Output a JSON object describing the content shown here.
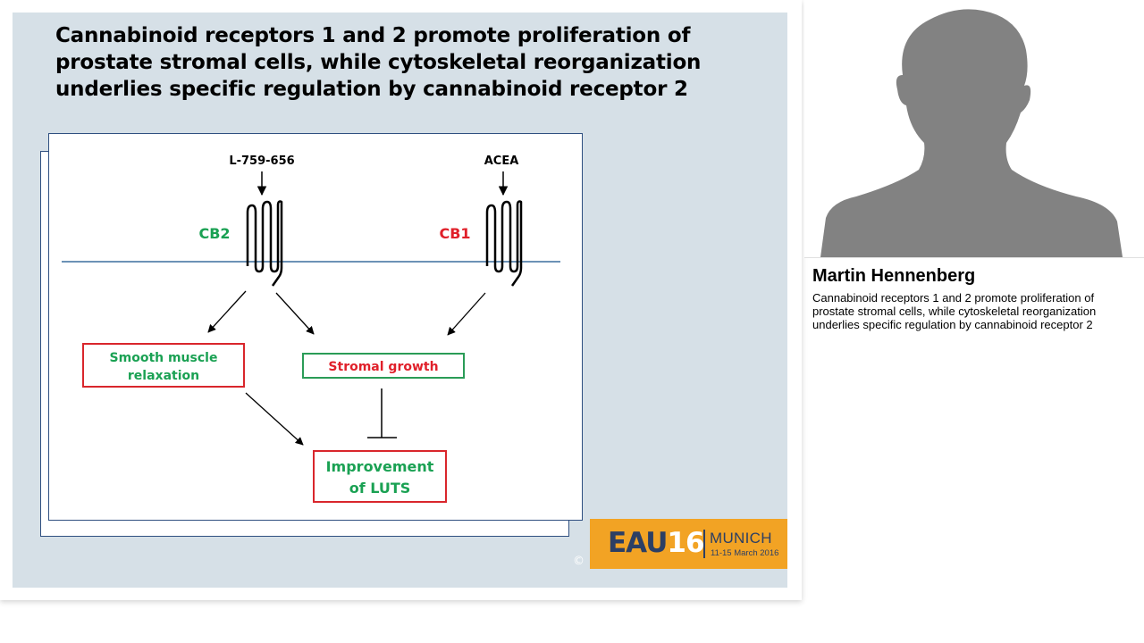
{
  "slide": {
    "title": "Cannabinoid receptors 1 and 2 promote proliferation of prostate stromal cells, while cytoskeletal reorganization underlies specific regulation by cannabinoid receptor 2",
    "diagram": {
      "ligand_left": "L-759-656",
      "ligand_right": "ACEA",
      "receptor_left": "CB2",
      "receptor_right": "CB1",
      "box_smooth_line1": "Smooth muscle",
      "box_smooth_line2": "relaxation",
      "box_stromal": "Stromal growth",
      "box_improve_line1": "Improvement",
      "box_improve_line2": "of LUTS"
    },
    "colors": {
      "green": "#1aa153",
      "red": "#e0202a",
      "box_border_red": "#d9262c",
      "box_border_green": "#2a9c57",
      "membrane": "#3c6e9e"
    },
    "badge": {
      "eau": "EAU",
      "year": "16",
      "city": "MUNICH",
      "dates": "11-15 March 2016",
      "copyright": "©"
    }
  },
  "speaker": {
    "name": "Martin Hennenberg",
    "description": "Cannabinoid receptors 1 and 2 promote proliferation of prostate stromal cells, while cytoskeletal reorganization underlies specific regulation by cannabinoid receptor 2",
    "photo_icon": "person-silhouette-icon"
  }
}
